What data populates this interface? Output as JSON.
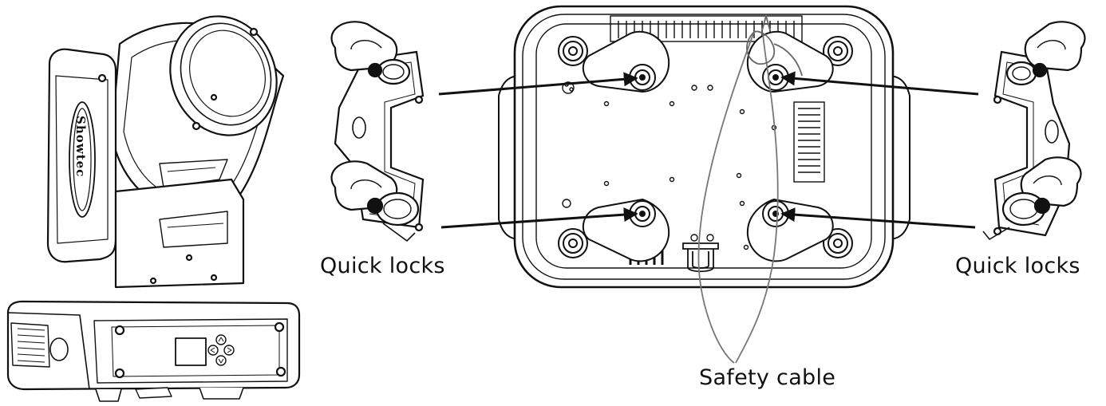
{
  "labels": {
    "quick_locks_left": "Quick locks",
    "quick_locks_right": "Quick locks",
    "safety_cable": "Safety cable"
  },
  "fixture": {
    "brand": "Showtec",
    "control_panel_icons": [
      "up-arrow-icon",
      "down-arrow-icon",
      "left-arrow-icon",
      "right-arrow-icon"
    ]
  },
  "colors": {
    "line": "#111111",
    "cable": "#777777",
    "background": "#ffffff"
  }
}
